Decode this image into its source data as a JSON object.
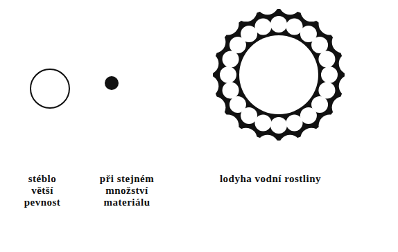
{
  "diagram": {
    "labels": [
      "stéblo větší pevnost",
      "při stejném množství materiálu",
      "lodyha vodní rostliny"
    ]
  }
}
